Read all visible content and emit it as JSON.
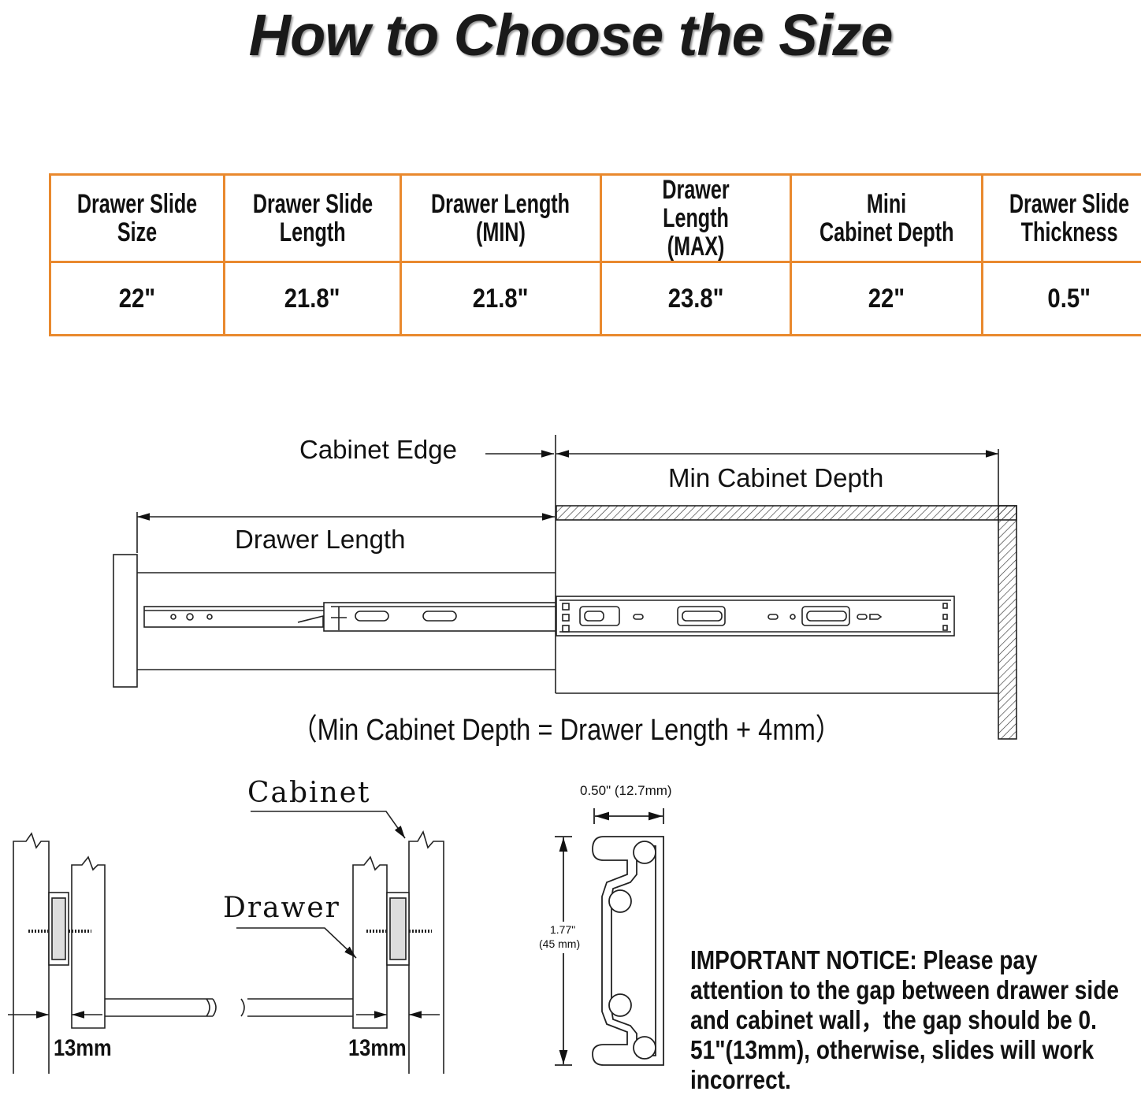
{
  "title": "How to Choose the Size",
  "table": {
    "headers": [
      [
        "Drawer Slide",
        "Size"
      ],
      [
        "Drawer Slide",
        "Length"
      ],
      [
        "Drawer Length",
        "(MIN)"
      ],
      [
        "Drawer Length",
        "(MAX)"
      ],
      [
        "Mini",
        "Cabinet Depth"
      ],
      [
        "Drawer Slide",
        "Thickness"
      ]
    ],
    "values": [
      "22\"",
      "21.8\"",
      "21.8\"",
      "23.8\"",
      "22\"",
      "0.5\""
    ]
  },
  "diagram": {
    "cabinet_edge": "Cabinet Edge",
    "min_cabinet_depth": "Min Cabinet Depth",
    "drawer_length": "Drawer Length",
    "formula": "（Min Cabinet Depth = Drawer Length + 4mm）"
  },
  "cross_section": {
    "cabinet": "Cabinet",
    "drawer": "Drawer",
    "gap_left": "13mm",
    "gap_right": "13mm"
  },
  "profile": {
    "width": "0.50\" (12.7mm)",
    "height_in": "1.77\"",
    "height_mm": "(45 mm)"
  },
  "notice": "IMPORTANT NOTICE: Please pay attention to the gap between drawer side and cabinet wall，the gap should be 0. 51\"(13mm), otherwise, slides will work incorrect.",
  "colors": {
    "table_border": "#e9892e",
    "text": "#111111"
  }
}
